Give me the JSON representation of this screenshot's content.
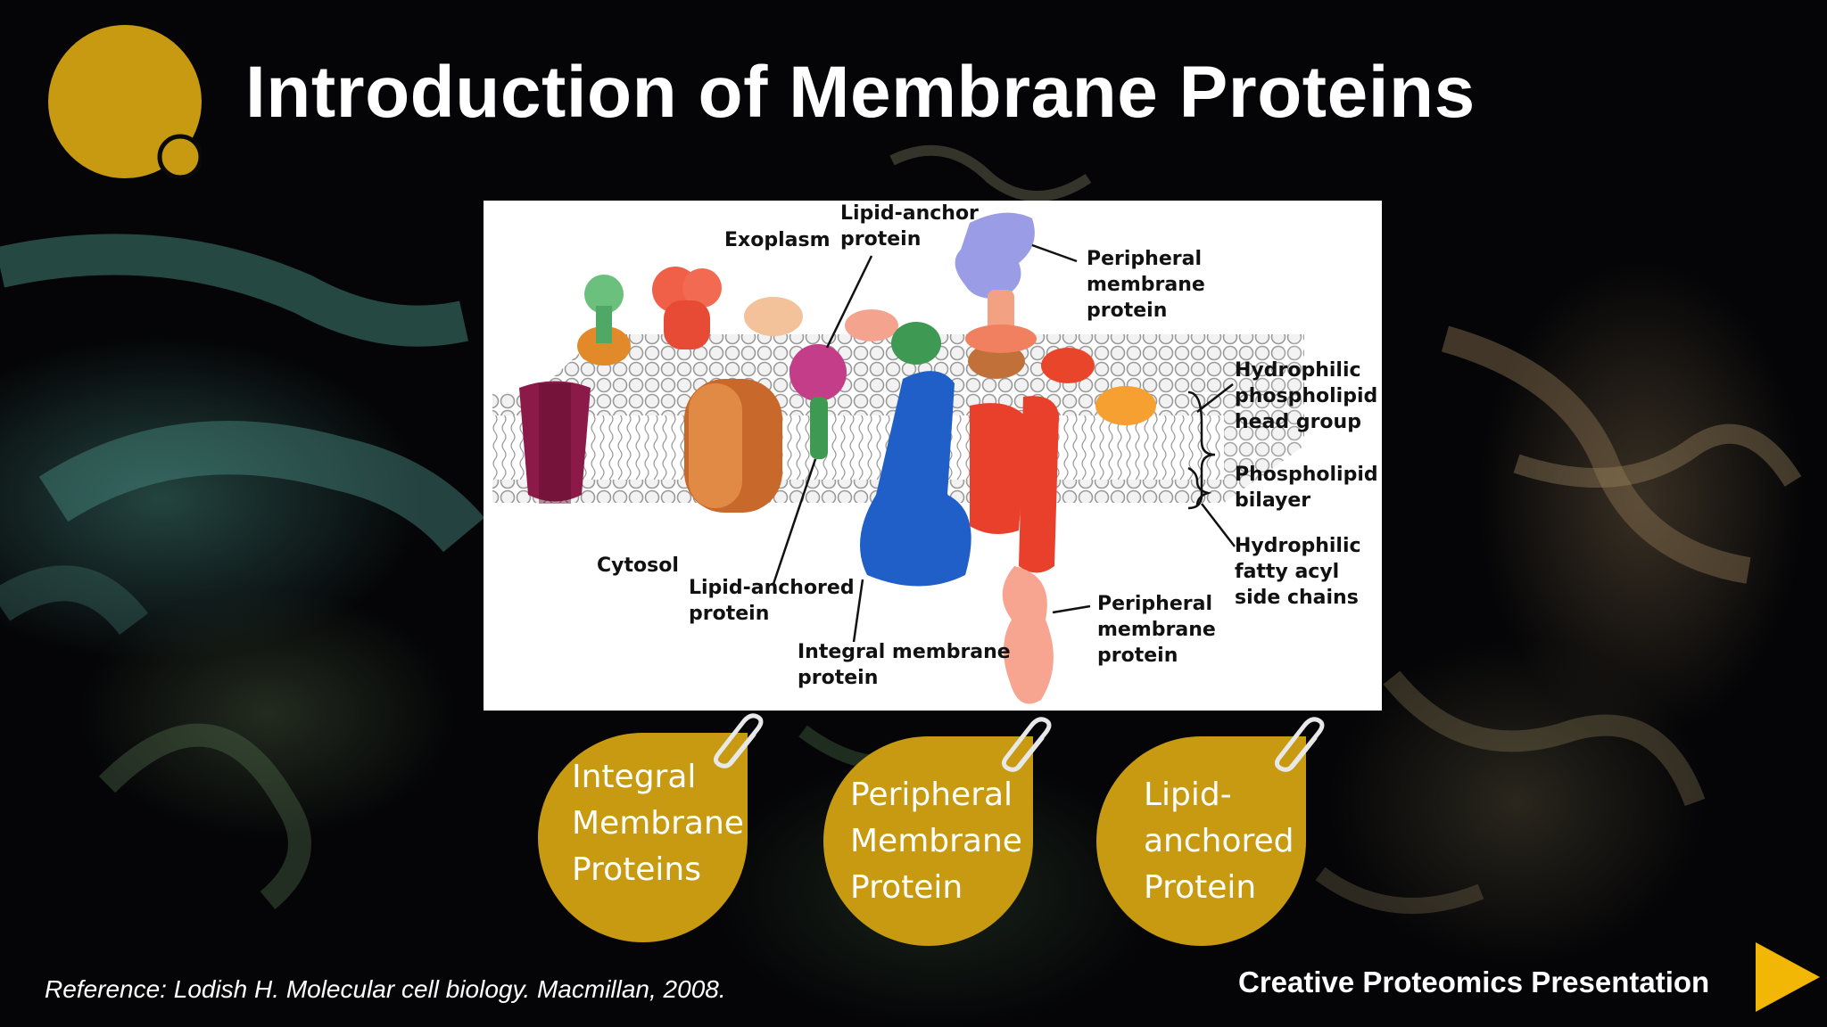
{
  "slide": {
    "title": "Introduction of Membrane Proteins",
    "reference": "Reference: Lodish H. Molecular cell biology. Macmillan, 2008.",
    "brand": "Creative Proteomics Presentation",
    "accent_color": "#c89a12",
    "next_icon": "play-triangle-icon"
  },
  "figure": {
    "labels": {
      "exoplasm": "Exoplasm",
      "cytosol": "Cytosol",
      "lipid_anchor_protein": "Lipid-anchor\nprotein",
      "peripheral_top": "Peripheral\nmembrane\nprotein",
      "hydrophilic_head": "Hydrophilic\nphospholipid\nhead group",
      "bilayer": "Phospholipid\nbilayer",
      "hydrophilic_chains": "Hydrophilic\nfatty acyl\nside chains",
      "peripheral_bottom": "Peripheral\nmembrane\nprotein",
      "lipid_anchored": "Lipid-anchored\nprotein",
      "integral": "Integral membrane\nprotein"
    }
  },
  "badges": [
    {
      "text": "Integral\nMembrane\nProteins",
      "icon": "paperclip-icon"
    },
    {
      "text": "Peripheral\nMembrane\nProtein",
      "icon": "paperclip-icon"
    },
    {
      "text": "Lipid-\nanchored\nProtein",
      "icon": "paperclip-icon"
    }
  ]
}
